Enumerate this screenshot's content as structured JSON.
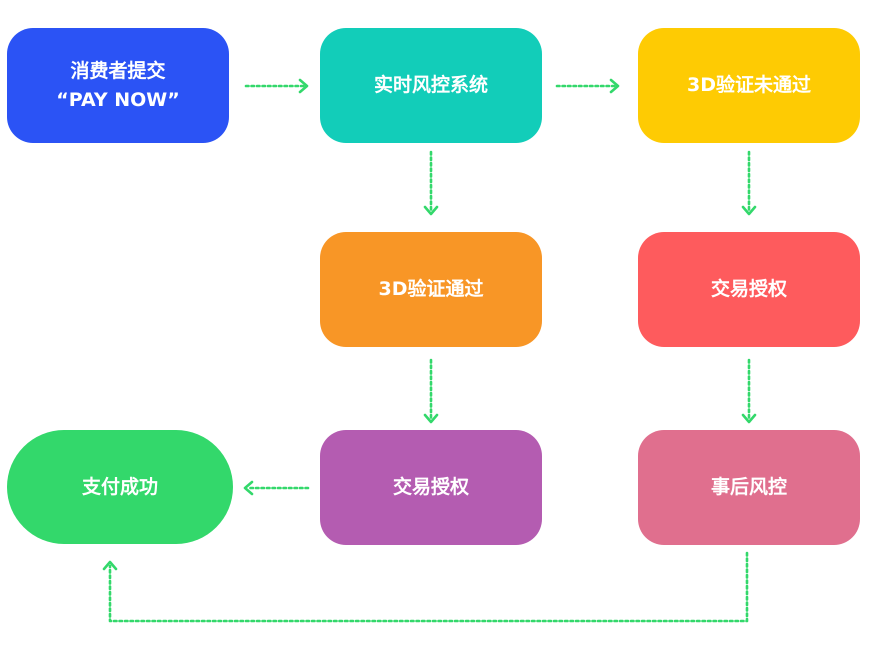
{
  "colors": {
    "connector": "#33d86b",
    "submit": "#2b53f5",
    "risk": "#12cdb9",
    "three_d_fail": "#fecb03",
    "three_d_pass": "#f89626",
    "auth_right": "#fe5b5d",
    "success": "#33d86b",
    "auth_mid": "#b45cb1",
    "post_risk": "#e06f8e"
  },
  "nodes": {
    "submit": {
      "line1": "消费者提交",
      "line2": "“PAY NOW”"
    },
    "risk": {
      "label": "实时风控系统"
    },
    "three_d_fail": {
      "label": "3D验证未通过"
    },
    "three_d_pass": {
      "label": "3D验证通过"
    },
    "auth_right": {
      "label": "交易授权"
    },
    "success": {
      "label": "支付成功"
    },
    "auth_mid": {
      "label": "交易授权"
    },
    "post_risk": {
      "label": "事后风控"
    }
  },
  "edges": [
    {
      "from": "submit",
      "to": "risk"
    },
    {
      "from": "risk",
      "to": "three_d_fail"
    },
    {
      "from": "risk",
      "to": "three_d_pass"
    },
    {
      "from": "three_d_fail",
      "to": "auth_right"
    },
    {
      "from": "three_d_pass",
      "to": "auth_mid"
    },
    {
      "from": "auth_right",
      "to": "post_risk"
    },
    {
      "from": "auth_mid",
      "to": "success"
    },
    {
      "from": "post_risk",
      "to": "success"
    }
  ]
}
